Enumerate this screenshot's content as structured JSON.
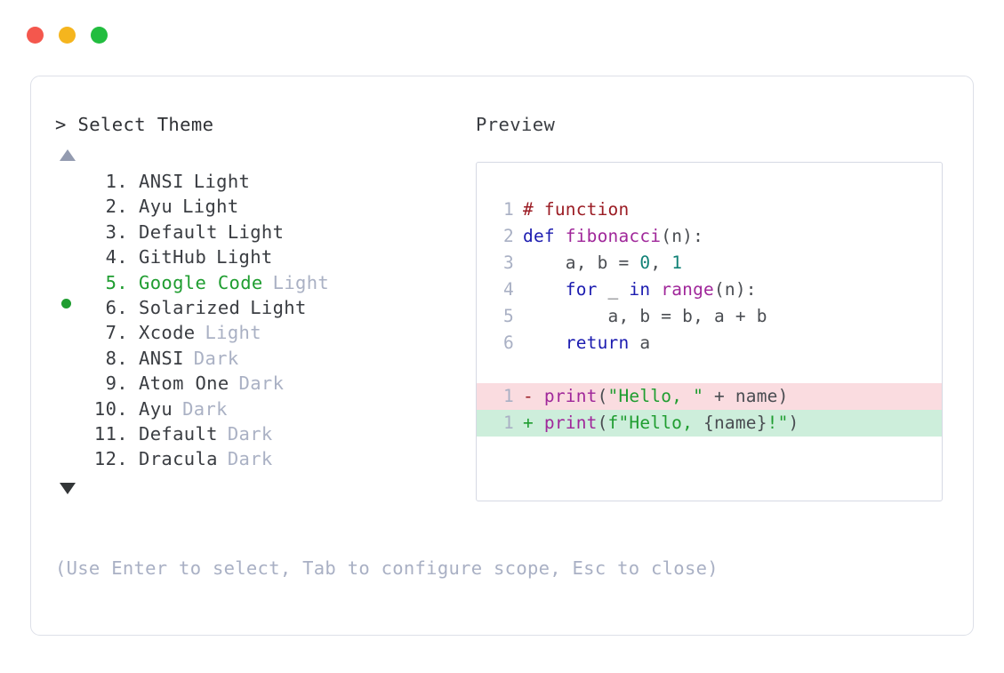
{
  "window": {
    "controls": [
      {
        "name": "close",
        "color": "#f4574d"
      },
      {
        "name": "minimize",
        "color": "#f5b51e"
      },
      {
        "name": "maximize",
        "color": "#22bd3f"
      }
    ]
  },
  "picker": {
    "caret": ">",
    "prompt": "Select Theme",
    "scroll_up": "▲",
    "scroll_down": "▼",
    "selected_index": 5,
    "selected_color": "#1f9d30",
    "items": [
      {
        "index": "1.",
        "name": "ANSI",
        "variant": "Light",
        "variant_dim": false,
        "selected": false
      },
      {
        "index": "2.",
        "name": "Ayu",
        "variant": "Light",
        "variant_dim": false,
        "selected": false
      },
      {
        "index": "3.",
        "name": "Default",
        "variant": "Light",
        "variant_dim": false,
        "selected": false
      },
      {
        "index": "4.",
        "name": "GitHub",
        "variant": "Light",
        "variant_dim": false,
        "selected": false
      },
      {
        "index": "5.",
        "name": "Google Code",
        "variant": "Light",
        "variant_dim": true,
        "selected": true
      },
      {
        "index": "6.",
        "name": "Solarized",
        "variant": "Light",
        "variant_dim": false,
        "selected": false
      },
      {
        "index": "7.",
        "name": "Xcode",
        "variant": "Light",
        "variant_dim": true,
        "selected": false
      },
      {
        "index": "8.",
        "name": "ANSI",
        "variant": "Dark",
        "variant_dim": true,
        "selected": false
      },
      {
        "index": "9.",
        "name": "Atom One",
        "variant": "Dark",
        "variant_dim": true,
        "selected": false
      },
      {
        "index": "10.",
        "name": "Ayu",
        "variant": "Dark",
        "variant_dim": true,
        "selected": false
      },
      {
        "index": "11.",
        "name": "Default",
        "variant": "Dark",
        "variant_dim": true,
        "selected": false
      },
      {
        "index": "12.",
        "name": "Dracula",
        "variant": "Dark",
        "variant_dim": true,
        "selected": false
      }
    ]
  },
  "preview": {
    "title": "Preview",
    "code_lines": [
      {
        "ln": "1",
        "kind": "normal",
        "tokens": [
          {
            "t": "# function",
            "c": "t-com"
          }
        ]
      },
      {
        "ln": "2",
        "kind": "normal",
        "tokens": [
          {
            "t": "def",
            "c": "t-kw"
          },
          {
            "t": " ",
            "c": "t-var"
          },
          {
            "t": "fibonacci",
            "c": "t-fn"
          },
          {
            "t": "(n):",
            "c": "t-pun"
          }
        ]
      },
      {
        "ln": "3",
        "kind": "normal",
        "tokens": [
          {
            "t": "    a, b ",
            "c": "t-var"
          },
          {
            "t": "= ",
            "c": "t-op"
          },
          {
            "t": "0",
            "c": "t-num"
          },
          {
            "t": ", ",
            "c": "t-pun"
          },
          {
            "t": "1",
            "c": "t-num"
          }
        ]
      },
      {
        "ln": "4",
        "kind": "normal",
        "tokens": [
          {
            "t": "    ",
            "c": "t-var"
          },
          {
            "t": "for",
            "c": "t-kw"
          },
          {
            "t": " _ ",
            "c": "t-var"
          },
          {
            "t": "in",
            "c": "t-kw"
          },
          {
            "t": " ",
            "c": "t-var"
          },
          {
            "t": "range",
            "c": "t-bi"
          },
          {
            "t": "(n):",
            "c": "t-pun"
          }
        ]
      },
      {
        "ln": "5",
        "kind": "normal",
        "tokens": [
          {
            "t": "        a, b ",
            "c": "t-var"
          },
          {
            "t": "= ",
            "c": "t-op"
          },
          {
            "t": "b, a ",
            "c": "t-var"
          },
          {
            "t": "+",
            "c": "t-op"
          },
          {
            "t": " b",
            "c": "t-var"
          }
        ]
      },
      {
        "ln": "6",
        "kind": "normal",
        "tokens": [
          {
            "t": "    ",
            "c": "t-var"
          },
          {
            "t": "return",
            "c": "t-kw"
          },
          {
            "t": " a",
            "c": "t-var"
          }
        ]
      },
      {
        "ln": "",
        "kind": "spacer",
        "tokens": []
      },
      {
        "ln": "1",
        "kind": "del",
        "tokens": [
          {
            "t": "- ",
            "c": "t-del"
          },
          {
            "t": "print",
            "c": "t-fn"
          },
          {
            "t": "(",
            "c": "t-pun"
          },
          {
            "t": "\"Hello, \"",
            "c": "t-str"
          },
          {
            "t": " ",
            "c": "t-var"
          },
          {
            "t": "+",
            "c": "t-op"
          },
          {
            "t": " name",
            "c": "t-var"
          },
          {
            "t": ")",
            "c": "t-pun"
          }
        ]
      },
      {
        "ln": "1",
        "kind": "add",
        "tokens": [
          {
            "t": "+ ",
            "c": "t-add"
          },
          {
            "t": "print",
            "c": "t-fn"
          },
          {
            "t": "(",
            "c": "t-pun"
          },
          {
            "t": "f\"Hello, ",
            "c": "t-str"
          },
          {
            "t": "{name}",
            "c": "t-var"
          },
          {
            "t": "!\"",
            "c": "t-str"
          },
          {
            "t": ")",
            "c": "t-pun"
          }
        ]
      }
    ]
  },
  "footer": {
    "hint": "(Use Enter to select, Tab to configure scope, Esc to close)"
  }
}
